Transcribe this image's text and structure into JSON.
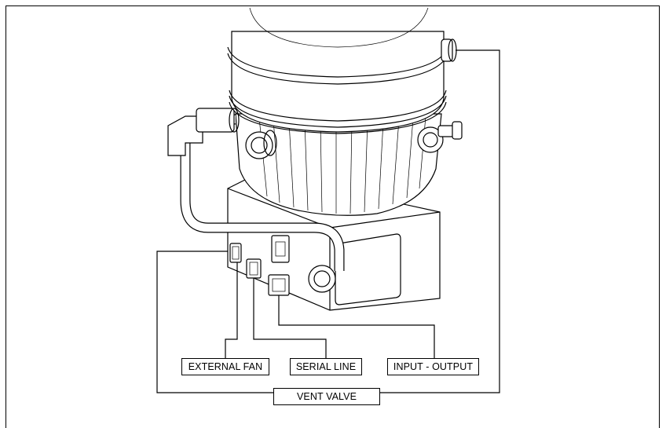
{
  "labels": {
    "external_fan": "EXTERNAL FAN",
    "serial_line": "SERIAL LINE",
    "input_output": "INPUT - OUTPUT",
    "vent_valve": "VENT VALVE"
  },
  "colors": {
    "line": "#000000",
    "background": "#ffffff"
  }
}
